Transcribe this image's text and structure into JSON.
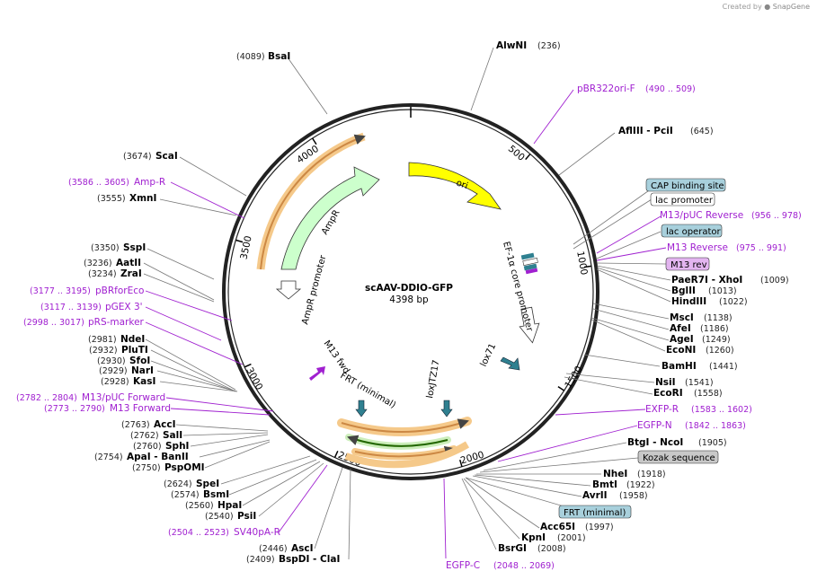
{
  "credit": {
    "created_by": "Created by",
    "brand": "SnapGene"
  },
  "plasmid": {
    "name": "scAAV-DDIO-GFP",
    "size": "4398 bp"
  },
  "ruler": [
    "500",
    "1000",
    "1500",
    "2000",
    "2500",
    "3000",
    "3500",
    "4000"
  ],
  "enzymes": [
    {
      "name": "BsaI",
      "coord": "(4089)"
    },
    {
      "name": "AlwNI",
      "coord": "(236)"
    },
    {
      "name": "AflIII - PciI",
      "coord": "(645)"
    },
    {
      "name": "ScaI",
      "coord": "(3674)"
    },
    {
      "name": "XmnI",
      "coord": "(3555)"
    },
    {
      "name": "SspI",
      "coord": "(3350)"
    },
    {
      "name": "AatII",
      "coord": "(3236)"
    },
    {
      "name": "ZraI",
      "coord": "(3234)"
    },
    {
      "name": "NdeI",
      "coord": "(2981)"
    },
    {
      "name": "PluTI",
      "coord": "(2932)"
    },
    {
      "name": "SfoI",
      "coord": "(2930)"
    },
    {
      "name": "NarI",
      "coord": "(2929)"
    },
    {
      "name": "KasI",
      "coord": "(2928)"
    },
    {
      "name": "AccI",
      "coord": "(2763)"
    },
    {
      "name": "SalI",
      "coord": "(2762)"
    },
    {
      "name": "SphI",
      "coord": "(2760)"
    },
    {
      "name": "ApaI - BanII",
      "coord": "(2754)"
    },
    {
      "name": "PspOMI",
      "coord": "(2750)"
    },
    {
      "name": "SpeI",
      "coord": "(2624)"
    },
    {
      "name": "BsmI",
      "coord": "(2574)"
    },
    {
      "name": "HpaI",
      "coord": "(2560)"
    },
    {
      "name": "PsiI",
      "coord": "(2540)"
    },
    {
      "name": "AscI",
      "coord": "(2446)"
    },
    {
      "name": "BspDI - ClaI",
      "coord": "(2409)"
    },
    {
      "name": "PaeR7I - XhoI",
      "coord": "(1009)"
    },
    {
      "name": "BglII",
      "coord": "(1013)"
    },
    {
      "name": "HindIII",
      "coord": "(1022)"
    },
    {
      "name": "MscI",
      "coord": "(1138)"
    },
    {
      "name": "AfeI",
      "coord": "(1186)"
    },
    {
      "name": "AgeI",
      "coord": "(1249)"
    },
    {
      "name": "EcoNI",
      "coord": "(1260)"
    },
    {
      "name": "BamHI",
      "coord": "(1441)"
    },
    {
      "name": "NsiI",
      "coord": "(1541)"
    },
    {
      "name": "EcoRI",
      "coord": "(1558)"
    },
    {
      "name": "BtgI - NcoI",
      "coord": "(1905)"
    },
    {
      "name": "NheI",
      "coord": "(1918)"
    },
    {
      "name": "BmtI",
      "coord": "(1922)"
    },
    {
      "name": "AvrII",
      "coord": "(1958)"
    },
    {
      "name": "Acc65I",
      "coord": "(1997)"
    },
    {
      "name": "KpnI",
      "coord": "(2001)"
    },
    {
      "name": "BsrGI",
      "coord": "(2008)"
    }
  ],
  "primers": [
    {
      "name": "pBR322ori-F",
      "range": "(490 .. 509)"
    },
    {
      "name": "Amp-R",
      "range": "(3586 .. 3605)"
    },
    {
      "name": "pBRforEco",
      "range": "(3177 .. 3195)"
    },
    {
      "name": "pGEX 3'",
      "range": "(3117 .. 3139)"
    },
    {
      "name": "pRS-marker",
      "range": "(2998 .. 3017)"
    },
    {
      "name": "M13/pUC Forward",
      "range": "(2782 .. 2804)"
    },
    {
      "name": "M13 Forward",
      "range": "(2773 .. 2790)"
    },
    {
      "name": "SV40pA-R",
      "range": "(2504 .. 2523)"
    },
    {
      "name": "M13/pUC Reverse",
      "range": "(956 .. 978)"
    },
    {
      "name": "M13 Reverse",
      "range": "(975 .. 991)"
    },
    {
      "name": "EXFP-R",
      "range": "(1583 .. 1602)"
    },
    {
      "name": "EGFP-N",
      "range": "(1842 .. 1863)"
    },
    {
      "name": "EGFP-C",
      "range": "(2048 .. 2069)"
    }
  ],
  "boxed_features": {
    "cap": "CAP binding site",
    "lacp": "lac promoter",
    "laco": "lac operator",
    "m13rev": "M13 rev",
    "kozak": "Kozak sequence",
    "frt": "FRT (minimal)"
  },
  "features": {
    "ori": "ori",
    "ampr": "AmpR",
    "ampr_promoter": "AmpR promoter",
    "ef1a": "EF-1α core promoter",
    "lox71": "lox71",
    "loxjtz17": "loxJTZ17",
    "m13fwd": "M13 fwd",
    "frt_minimal": "FRT (minimal)"
  },
  "colors": {
    "ori": "#ffff00",
    "ampr": "#ccffcc",
    "gfp_arrow": "#33aa00",
    "sv40": "#cc8844",
    "itr_highlight": "#f5c98a",
    "primer": "#a020d0",
    "site": "#2f8090",
    "box_blue": "#a8d0dc",
    "box_white": "#ffffff",
    "box_purple": "#e3b5f0",
    "box_grey": "#c8c8c8"
  }
}
